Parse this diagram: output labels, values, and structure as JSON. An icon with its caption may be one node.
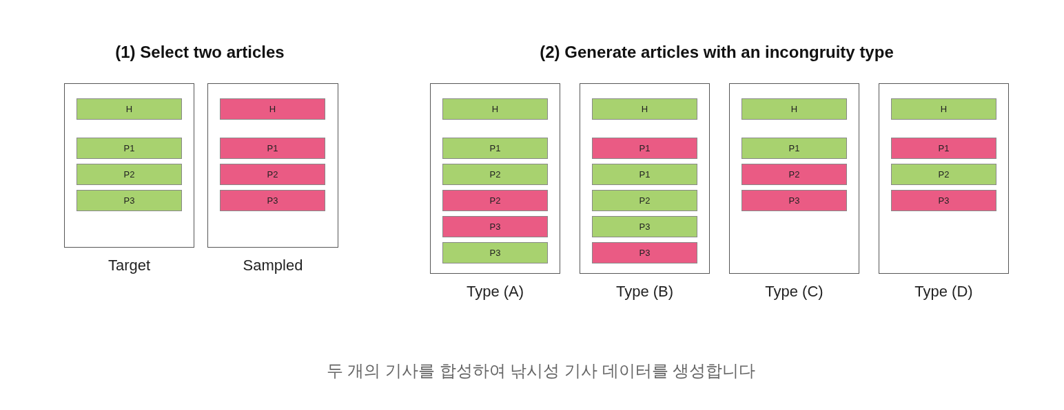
{
  "diagram": {
    "caption": "두 개의 기사를 합성하여 낚시성 기사 데이터를 생성합니다",
    "nodes": [
      {
        "text": [
          "Target"
        ]
      },
      {
        "text": [
          "H"
        ],
        "in": 0
      },
      {
        "text": [
          "P1"
        ],
        "in": 0
      },
      {
        "text": [
          "P2"
        ],
        "in": 0
      },
      {
        "text": [
          "P3"
        ],
        "in": 0
      },
      {
        "text": [
          "Sampled"
        ]
      },
      {
        "text": [
          "H"
        ],
        "in": 5
      },
      {
        "text": [
          "P1"
        ],
        "in": 5
      },
      {
        "text": [
          "P2"
        ],
        "in": 5
      },
      {
        "text": [
          "P3"
        ],
        "in": 5
      },
      {
        "text": [
          "Type (A)"
        ]
      },
      {
        "text": [
          "H"
        ],
        "in": 10
      },
      {
        "text": [
          "P1"
        ],
        "in": 10
      },
      {
        "text": [
          "P2"
        ],
        "in": 10
      },
      {
        "text": [
          "P2"
        ],
        "in": 10
      },
      {
        "text": [
          "P3"
        ],
        "in": 10
      },
      {
        "text": [
          "P3"
        ],
        "in": 10
      },
      {
        "text": [
          "Type (B)"
        ]
      },
      {
        "text": [
          "H"
        ],
        "in": 17
      },
      {
        "text": [
          "P1"
        ],
        "in": 17
      },
      {
        "text": [
          "P1"
        ],
        "in": 17
      },
      {
        "text": [
          "P2"
        ],
        "in": 17
      },
      {
        "text": [
          "P3"
        ],
        "in": 17
      },
      {
        "text": [
          "P3"
        ],
        "in": 17
      },
      {
        "text": [
          "Type (C)"
        ]
      },
      {
        "text": [
          "H"
        ],
        "in": 24
      },
      {
        "text": [
          "P1"
        ],
        "in": 24
      },
      {
        "text": [
          "P2"
        ],
        "in": 24
      },
      {
        "text": [
          "P3"
        ],
        "in": 24
      },
      {
        "text": [
          "Type (D)"
        ]
      },
      {
        "text": [
          "H"
        ],
        "in": 29
      },
      {
        "text": [
          "P1"
        ],
        "in": 29
      },
      {
        "text": [
          "P2"
        ],
        "in": 29
      },
      {
        "text": [
          "P3"
        ],
        "in": 29
      }
    ],
    "edges": [],
    "labels": [
      "(1) Select two articles",
      "(2) Generate articles with an incongruity type"
    ]
  }
}
